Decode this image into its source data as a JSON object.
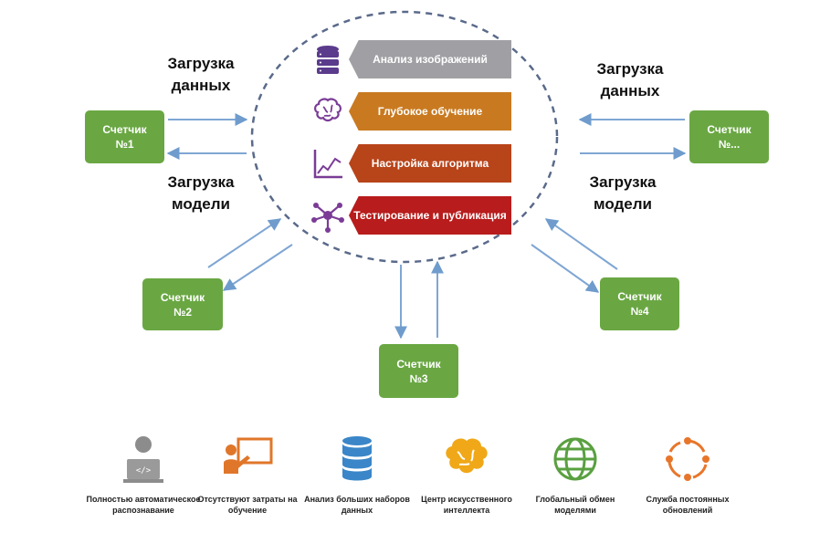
{
  "pipeline": [
    {
      "label": "Анализ изображений",
      "color": "#a0a0a4",
      "icon": "database-stack-icon"
    },
    {
      "label": "Глубокое обучение",
      "color": "#c97a20",
      "icon": "brain-icon"
    },
    {
      "label": "Настройка алгоритма",
      "color": "#b8441a",
      "icon": "line-chart-icon"
    },
    {
      "label": "Тестирование и публикация",
      "color": "#b81c1c",
      "icon": "network-node-icon"
    }
  ],
  "labels": {
    "upload_data_left_1": "Загрузка",
    "upload_data_left_2": "данных",
    "upload_model_left_1": "Загрузка",
    "upload_model_left_2": "модели",
    "upload_data_right_1": "Загрузка",
    "upload_data_right_2": "данных",
    "upload_model_right_1": "Загрузка",
    "upload_model_right_2": "модели"
  },
  "counters": {
    "c1": {
      "line1": "Счетчик",
      "line2": "№1"
    },
    "c2": {
      "line1": "Счетчик",
      "line2": "№2"
    },
    "c3": {
      "line1": "Счетчик",
      "line2": "№3"
    },
    "c4": {
      "line1": "Счетчик",
      "line2": "№4"
    },
    "cn": {
      "line1": "Счетчик",
      "line2": "№..."
    }
  },
  "features": [
    {
      "text": "Полностью автоматическое распознавание",
      "icon": "person-computer-icon"
    },
    {
      "text": "Отсутствуют затраты на обучение",
      "icon": "teacher-board-icon"
    },
    {
      "text": "Анализ больших наборов данных",
      "icon": "database-icon"
    },
    {
      "text": "Центр искусственного интеллекта",
      "icon": "brain-icon"
    },
    {
      "text": "Глобальный обмен моделями",
      "icon": "globe-icon"
    },
    {
      "text": "Служба постоянных обновлений",
      "icon": "cycle-icon"
    }
  ],
  "colors": {
    "counter_green": "#6aa743",
    "arrow_blue": "#7fa6d3",
    "circle_dash": "#5a6a8a"
  }
}
